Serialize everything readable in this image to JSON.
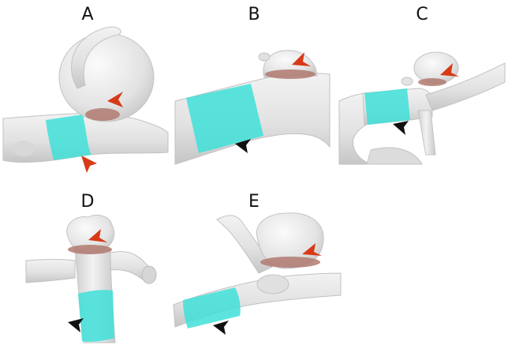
{
  "panels": [
    {
      "id": "A",
      "label": "A"
    },
    {
      "id": "B",
      "label": "B"
    },
    {
      "id": "C",
      "label": "C"
    },
    {
      "id": "D",
      "label": "D"
    },
    {
      "id": "E",
      "label": "E"
    }
  ],
  "colors": {
    "vessel": "#e6e6e6",
    "vessel_edge": "#bdbdbd",
    "stent_band": "#3fe0d8",
    "neck_plane": "#b07a70",
    "arrow_red": "#d83a17",
    "arrow_black": "#111111"
  }
}
